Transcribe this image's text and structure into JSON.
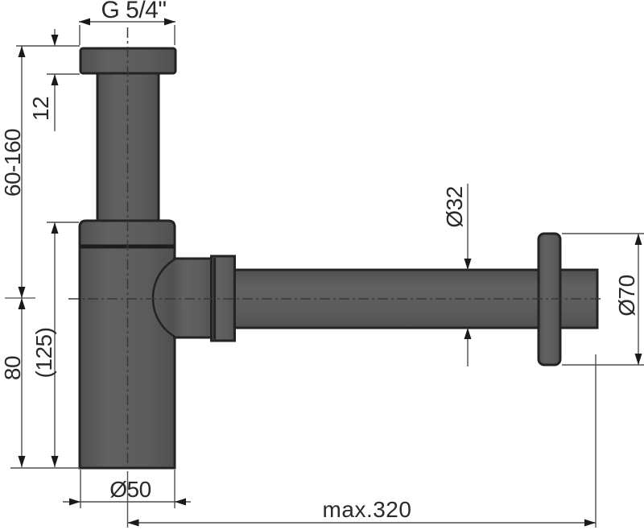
{
  "drawing": {
    "labels": {
      "thread": "G 5/4\"",
      "height_range": "60-160",
      "nut_height": "12",
      "body_height": "(125)",
      "lower_height": "80",
      "body_diameter": "Ø50",
      "pipe_diameter": "Ø32",
      "rosette_diameter": "Ø70",
      "max_length": "max.320"
    },
    "colors": {
      "background": "#ffffff",
      "part_fill": "#5a5a5a",
      "part_outline": "#232323",
      "dimension_lines": "#4f4f4f",
      "arrowheads": "#1a1a1a",
      "text": "#2a2a2a"
    }
  }
}
